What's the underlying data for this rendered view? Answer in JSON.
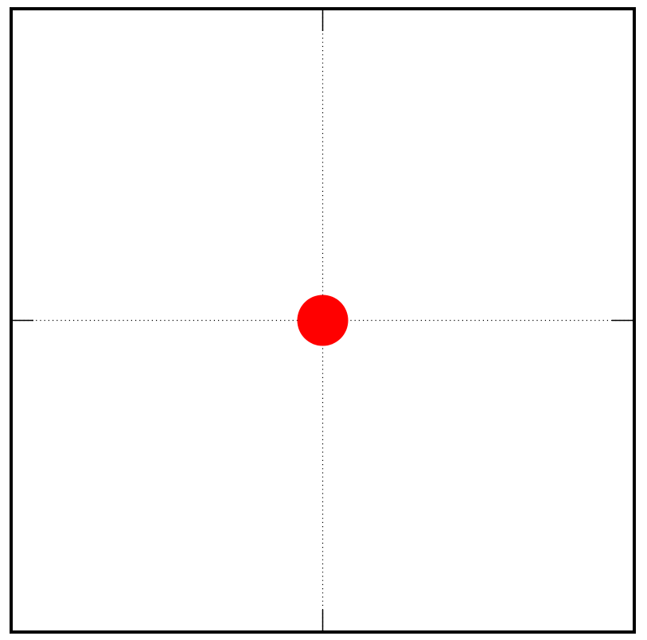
{
  "chart_data": {
    "type": "scatter",
    "title": "",
    "xlabel": "",
    "ylabel": "",
    "xlim": [
      -1,
      1
    ],
    "ylim": [
      -1,
      1
    ],
    "grid": true,
    "grid_style": "dotted",
    "legend": "none",
    "series": [
      {
        "x": [
          0
        ],
        "y": [
          0
        ],
        "color": "#ff0000"
      }
    ]
  },
  "colors": {
    "frame": "#000000",
    "grid": "#000000",
    "marker": "#ff0000",
    "background": "#ffffff"
  }
}
